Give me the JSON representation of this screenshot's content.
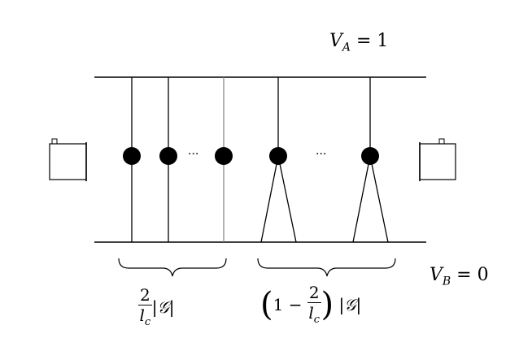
{
  "labels": {
    "va": "V_A = 1",
    "va_var": "V",
    "va_sub": "A",
    "va_rest": " = 1",
    "vb_var": "V",
    "vb_sub": "B",
    "vb_rest": " = 0",
    "ellipsis_left": "···",
    "ellipsis_right": "···",
    "frac_num": "2",
    "frac_den_var": "l",
    "frac_den_sub": "c",
    "abs_g": "|𝒢|",
    "one_minus": "1 −"
  },
  "colors": {
    "line": "#000000",
    "node": "#000000",
    "faint_line": "#888888"
  }
}
